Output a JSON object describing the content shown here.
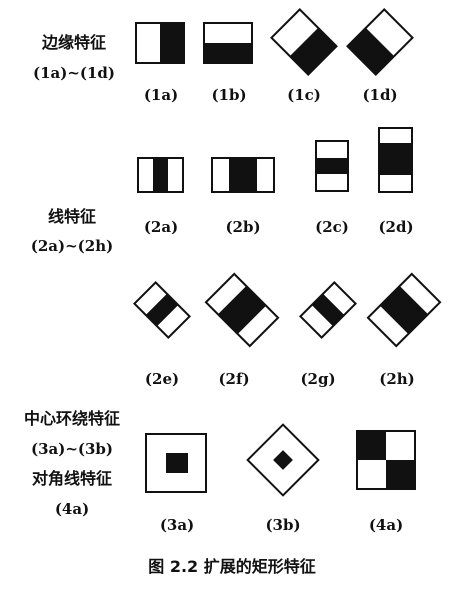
{
  "groups": {
    "edge_title": "边缘特征",
    "edge_range": "(1a)~(1d)",
    "line_title": "线特征",
    "line_range": "(2a)~(2h)",
    "center_title": "中心环绕特征",
    "center_range": "(3a)~(3b)",
    "diag_title": "对角线特征",
    "diag_range": "(4a)"
  },
  "features": {
    "f1a": "(1a)",
    "f1b": "(1b)",
    "f1c": "(1c)",
    "f1d": "(1d)",
    "f2a": "(2a)",
    "f2b": "(2b)",
    "f2c": "(2c)",
    "f2d": "(2d)",
    "f2e": "(2e)",
    "f2f": "(2f)",
    "f2g": "(2g)",
    "f2h": "(2h)",
    "f3a": "(3a)",
    "f3b": "(3b)",
    "f4a": "(4a)"
  },
  "caption": "图 2.2 扩展的矩形特征",
  "colors": {
    "black": "#111111",
    "white": "#ffffff"
  }
}
